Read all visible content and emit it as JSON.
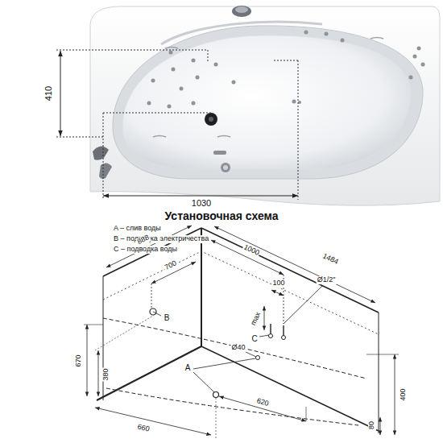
{
  "diagram": {
    "title": "Установочная схема",
    "labels": [
      "410",
      "1030",
      "A – слив воды",
      "B – подводка электричества",
      "C – подводка воды",
      "888",
      "700",
      "1000",
      "1484",
      "100",
      "Ø1/2\"",
      "max",
      "C",
      "B",
      "Ø40",
      "A",
      "670",
      "380",
      "620",
      "660",
      "400",
      "80"
    ]
  }
}
